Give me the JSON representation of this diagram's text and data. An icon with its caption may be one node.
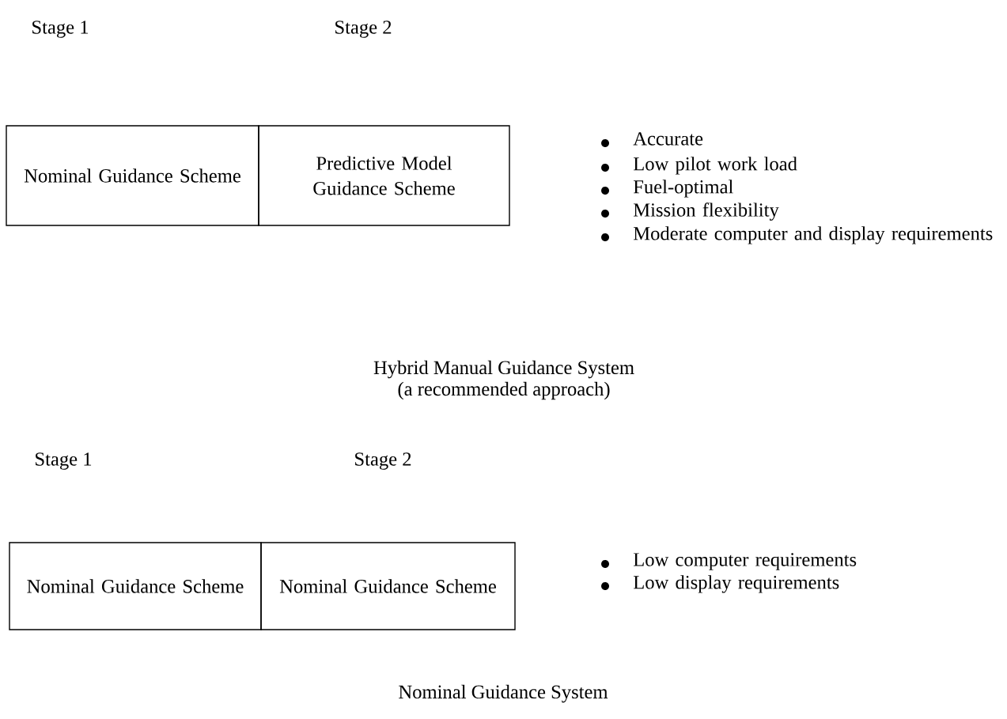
{
  "diagram": {
    "nodes": [
      {
        "text": [
          "Stage 1",
          "Nominal Guidance Scheme"
        ]
      },
      {
        "text": [
          "Stage 2",
          "Predictive Model Guidance Scheme"
        ]
      },
      {
        "text": [
          "Stage 1",
          "Nominal Guidance Scheme"
        ]
      },
      {
        "text": [
          "Stage 2",
          "Nominal Guidance Scheme"
        ]
      }
    ],
    "labels": [
      "Accurate",
      "Low pilot work load",
      "Fuel-optimal",
      "Mission flexibility",
      "Moderate computer and display requirements",
      "Hybrid Manual Guidance System",
      "(a recommended approach)",
      "Low computer requirements",
      "Low display requirements",
      "Nominal Guidance System"
    ]
  }
}
